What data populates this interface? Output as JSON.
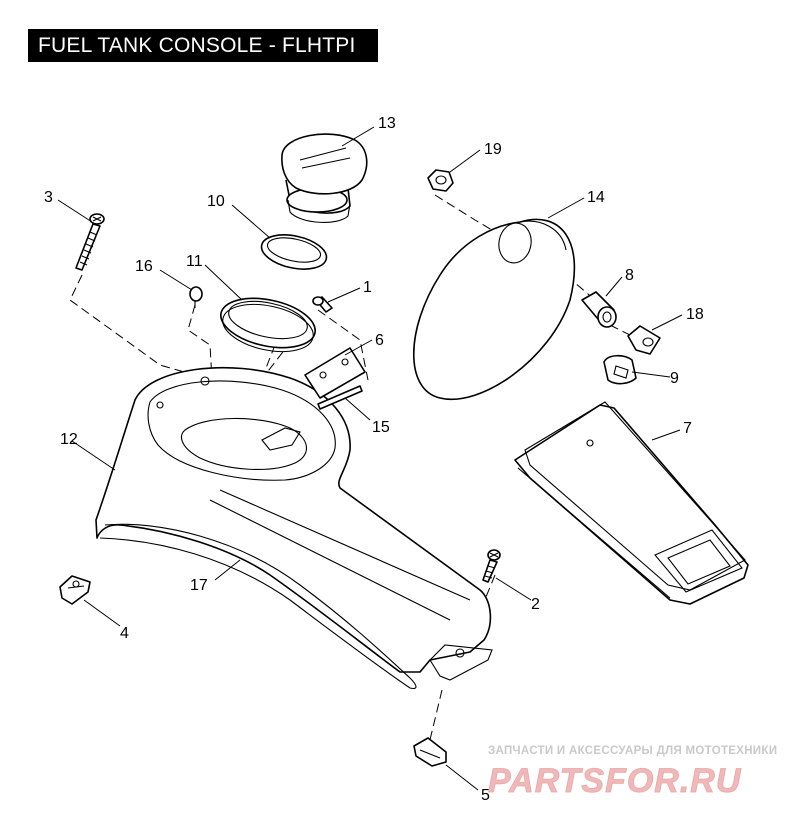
{
  "title": "FUEL TANK CONSOLE - FLHTPI",
  "callouts": [
    {
      "id": "c1",
      "label": "1"
    },
    {
      "id": "c2",
      "label": "2"
    },
    {
      "id": "c3",
      "label": "3"
    },
    {
      "id": "c4",
      "label": "4"
    },
    {
      "id": "c5",
      "label": "5"
    },
    {
      "id": "c6",
      "label": "6"
    },
    {
      "id": "c7",
      "label": "7"
    },
    {
      "id": "c8",
      "label": "8"
    },
    {
      "id": "c9",
      "label": "9"
    },
    {
      "id": "c10",
      "label": "10"
    },
    {
      "id": "c11",
      "label": "11"
    },
    {
      "id": "c12",
      "label": "12"
    },
    {
      "id": "c13",
      "label": "13"
    },
    {
      "id": "c14",
      "label": "14"
    },
    {
      "id": "c15",
      "label": "15"
    },
    {
      "id": "c16",
      "label": "16"
    },
    {
      "id": "c17",
      "label": "17"
    },
    {
      "id": "c18",
      "label": "18"
    },
    {
      "id": "c19",
      "label": "19"
    }
  ],
  "watermark": {
    "tagline": "ЗАПЧАСТИ И АКСЕССУАРЫ ДЛЯ МОТОТЕХНИКИ",
    "brand": "PARTSFOR.RU",
    "brand_color": "#f0b8b8"
  },
  "colors": {
    "line": "#000000",
    "background": "#ffffff",
    "title_bg": "#000000",
    "title_text": "#ffffff"
  }
}
